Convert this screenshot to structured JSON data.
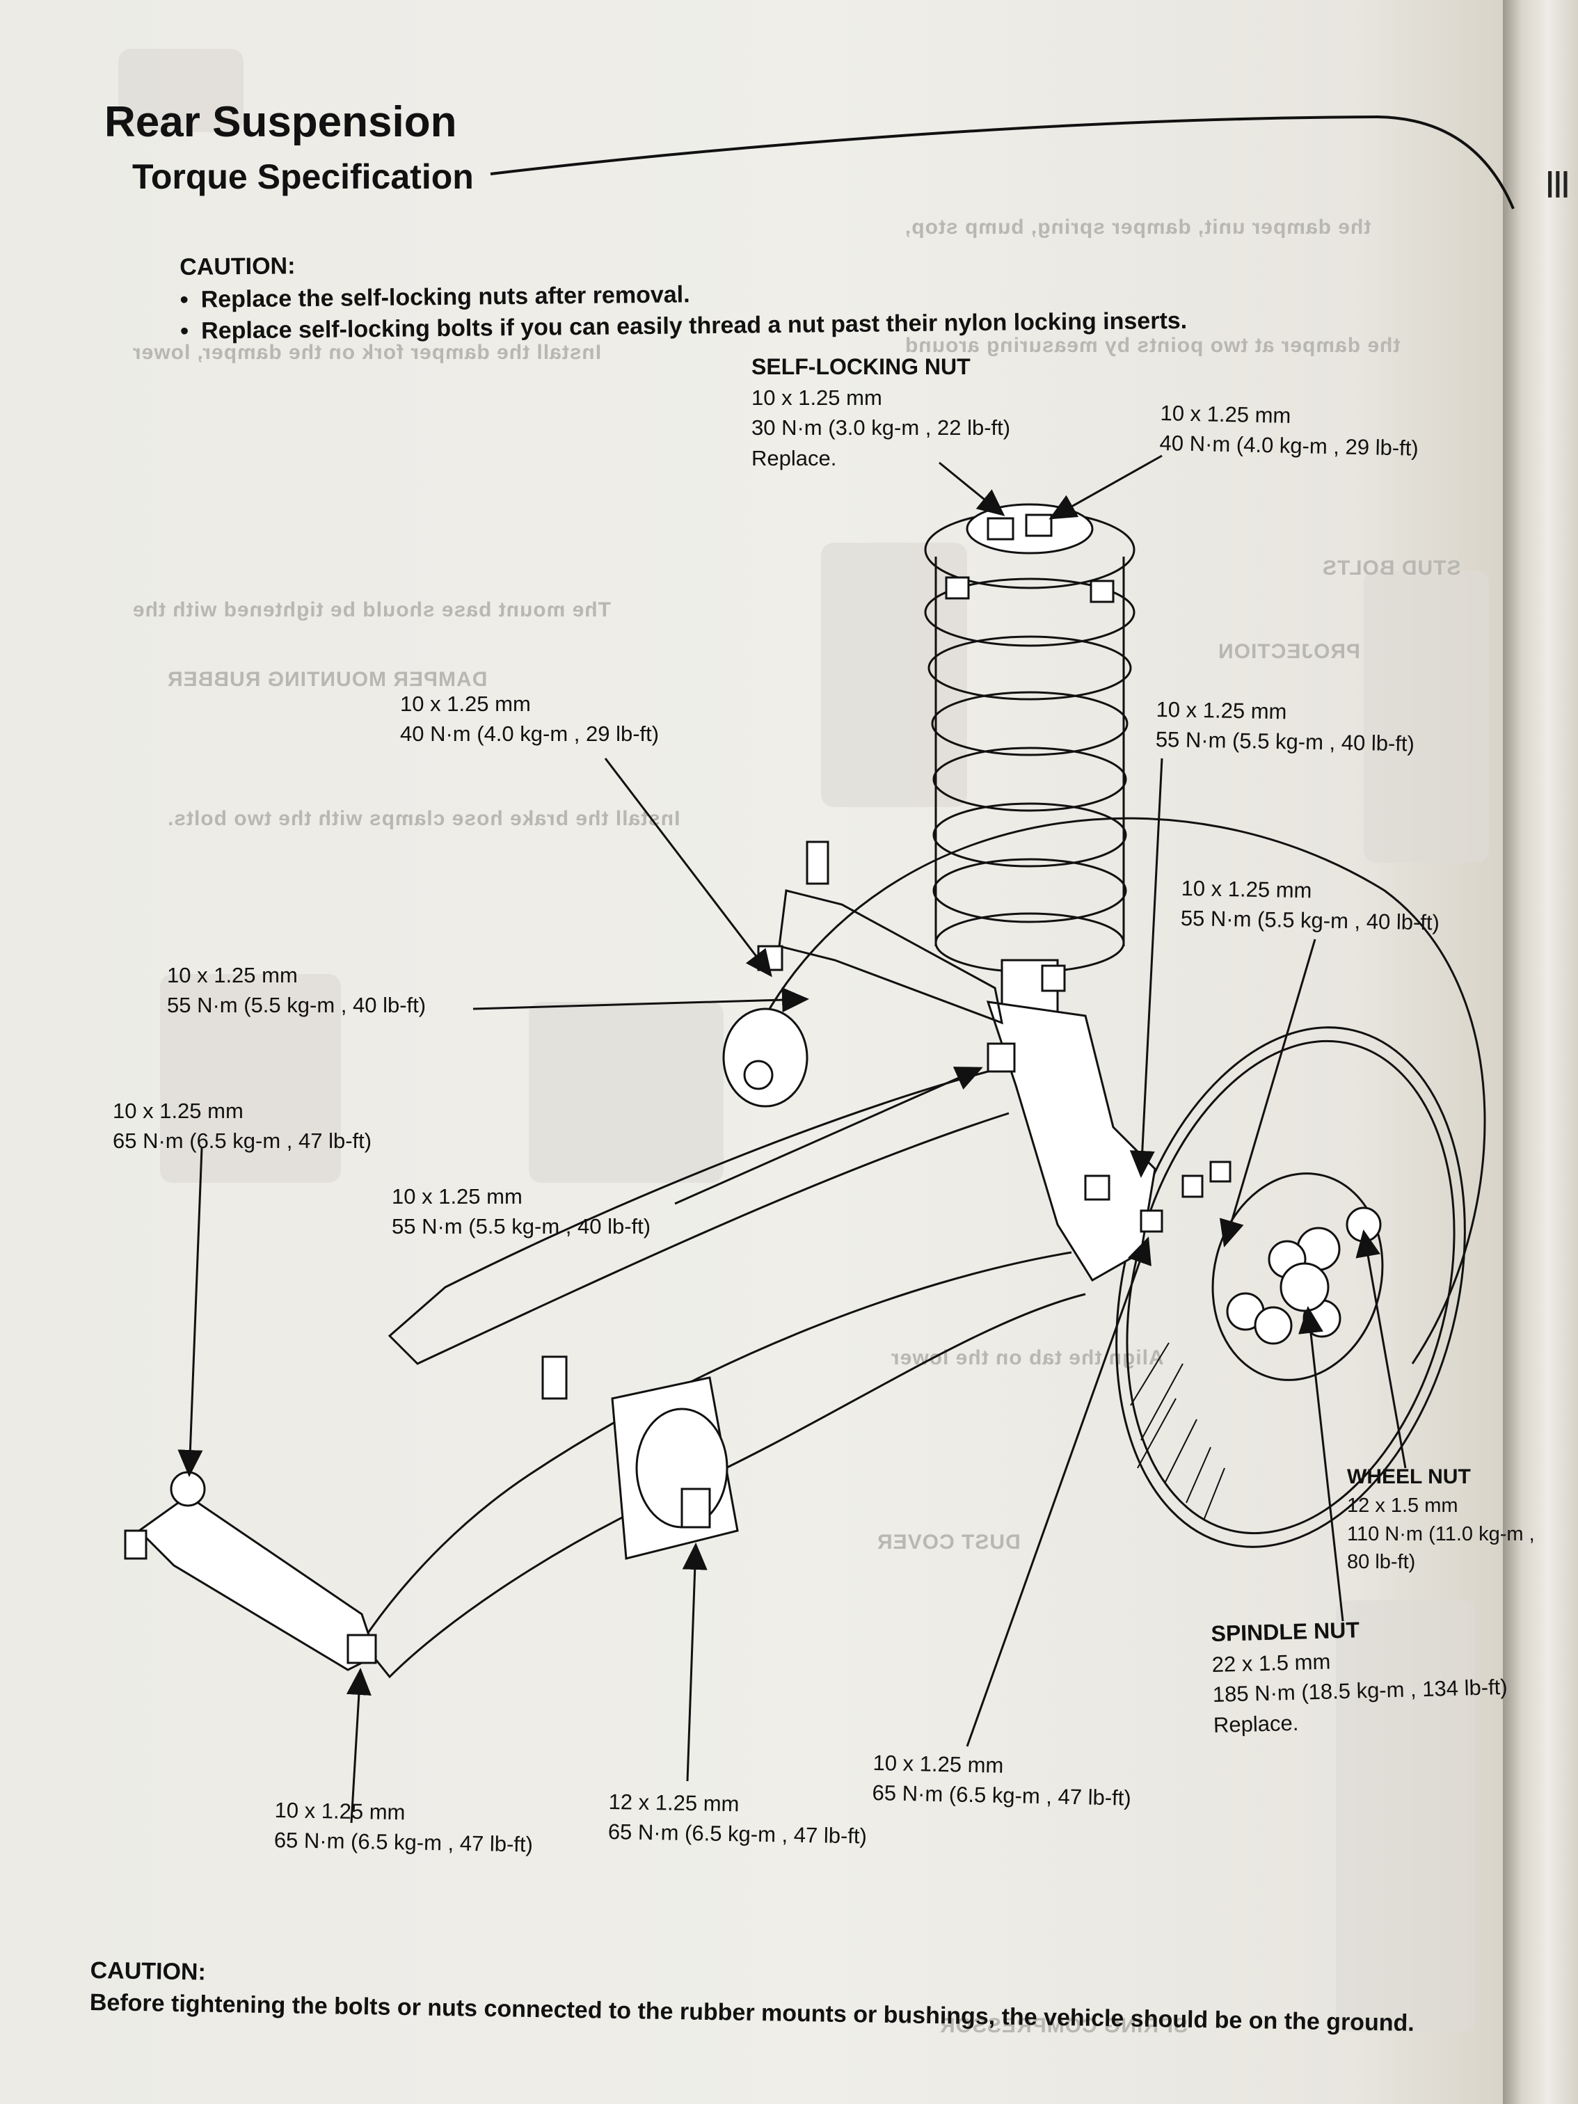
{
  "page": {
    "title": "Rear Suspension",
    "subtitle": "Torque Specification"
  },
  "caution_top": {
    "label": "CAUTION:",
    "items": [
      "Replace the self-locking nuts after removal.",
      "Replace self-locking bolts if you can easily thread a nut past their nylon locking inserts."
    ]
  },
  "callouts": {
    "self_locking_nut": {
      "name": "SELF-LOCKING NUT",
      "size": "10 x 1.25 mm",
      "torque": "30 N·m (3.0 kg-m , 22 lb-ft)",
      "note": "Replace."
    },
    "top_right": {
      "size": "10 x 1.25 mm",
      "torque": "40 N·m (4.0 kg-m , 29 lb-ft)"
    },
    "upper_arm_left": {
      "size": "10 x 1.25 mm",
      "torque": "40 N·m (4.0 kg-m , 29 lb-ft)"
    },
    "knuckle_upper": {
      "size": "10 x 1.25 mm",
      "torque": "55 N·m (5.5 kg-m , 40 lb-ft)"
    },
    "knuckle_mid": {
      "size": "10 x 1.25 mm",
      "torque": "55 N·m (5.5 kg-m , 40 lb-ft)"
    },
    "upper_arm_inner": {
      "size": "10 x 1.25 mm",
      "torque": "55 N·m (5.5 kg-m , 40 lb-ft)"
    },
    "stabilizer_link": {
      "size": "10 x 1.25 mm",
      "torque": "65 N·m (6.5 kg-m , 47 lb-ft)"
    },
    "lower_arm_inner": {
      "size": "10 x 1.25 mm",
      "torque": "55 N·m (5.5 kg-m , 40 lb-ft)"
    },
    "wheel_nut": {
      "name": "WHEEL NUT",
      "size": "12 x 1.5 mm",
      "torque": "110 N·m (11.0 kg-m ,",
      "torque2": "80 lb-ft)"
    },
    "spindle_nut": {
      "name": "SPINDLE NUT",
      "size": "22 x 1.5 mm",
      "torque": "185 N·m (18.5 kg-m , 134 lb-ft)",
      "note": "Replace."
    },
    "damper_lower": {
      "size": "10 x 1.25 mm",
      "torque": "65 N·m (6.5 kg-m , 47 lb-ft)"
    },
    "lower_arm_front": {
      "size": "10 x 1.25 mm",
      "torque": "65 N·m (6.5 kg-m , 47 lb-ft)"
    },
    "lower_arm_bolt": {
      "size": "12 x 1.25 mm",
      "torque": "65 N·m (6.5 kg-m , 47 lb-ft)"
    }
  },
  "caution_bottom": {
    "label": "CAUTION:",
    "text": "Before tightening the bolts or nuts connected to the rubber mounts or bushings, the vehicle should be on the ground."
  }
}
